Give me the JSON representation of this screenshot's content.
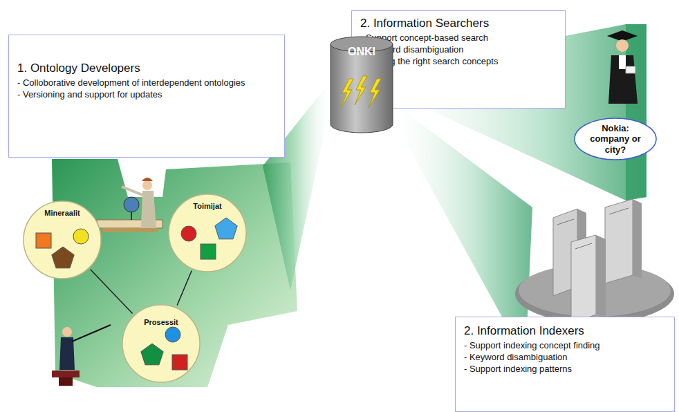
{
  "diagram": {
    "nodes": [
      {
        "text": [
          "1. Ontology Developers",
          "- Colloborative development of interdependent ontologies",
          "- Versioning and support for updates"
        ]
      },
      {
        "text": [
          "2. Information Searchers",
          "- Support concept-based search",
          "- Keyword disambiguation",
          "- Finding the right search concepts"
        ]
      },
      {
        "text": [
          "ONKI"
        ]
      },
      {
        "text": [
          "Mineraalit"
        ]
      },
      {
        "text": [
          "Toimijat"
        ]
      },
      {
        "text": [
          "Prosessit"
        ]
      },
      {
        "text": [
          "Nokia: company or city?"
        ]
      },
      {
        "text": [
          "2. Information Indexers",
          "- Support indexing concept finding",
          "- Keyword disambiguation",
          "- Support indexing patterns"
        ]
      }
    ],
    "edges": [
      {
        "from": 3,
        "to": 5,
        "arrow": "none"
      },
      {
        "from": 4,
        "to": 5,
        "arrow": "none"
      }
    ]
  }
}
